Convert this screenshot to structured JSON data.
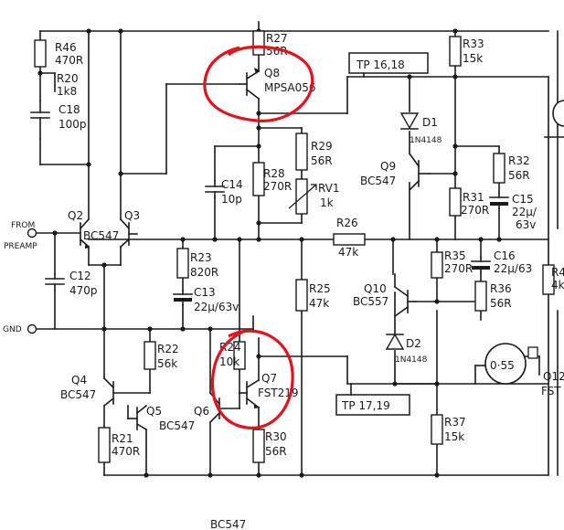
{
  "inputs": {
    "from": "FROM",
    "preamp": "PREAMP",
    "gnd": "GND"
  },
  "test_points": {
    "tp_top": "TP 16,18",
    "tp_bottom": "TP 17,19"
  },
  "components": {
    "r46": {
      "ref": "R46",
      "value": "470R"
    },
    "r20": {
      "ref": "R20",
      "value": "1k8"
    },
    "c18": {
      "ref": "C18",
      "value": "100p"
    },
    "q2": {
      "ref": "Q2"
    },
    "q3": {
      "ref": "Q3"
    },
    "q2q3_type": "BC547",
    "c12": {
      "ref": "C12",
      "value": "470p"
    },
    "r27": {
      "ref": "R27",
      "value": "56R"
    },
    "q8": {
      "ref": "Q8",
      "type": "MPSA056"
    },
    "c14": {
      "ref": "C14",
      "value": "10p"
    },
    "r28": {
      "ref": "R28",
      "value": "270R"
    },
    "r29": {
      "ref": "R29",
      "value": "56R"
    },
    "rv1": {
      "ref": "RV1",
      "value": "1k"
    },
    "r26": {
      "ref": "R26",
      "value": "47k"
    },
    "r23": {
      "ref": "R23",
      "value": "820R"
    },
    "c13": {
      "ref": "C13",
      "value": "22µ/63v"
    },
    "r25": {
      "ref": "R25",
      "value": "47k"
    },
    "r33": {
      "ref": "R33",
      "value": "15k"
    },
    "d1": {
      "ref": "D1",
      "value": "1N4148"
    },
    "q9": {
      "ref": "Q9",
      "type": "BC547"
    },
    "r31": {
      "ref": "R31",
      "value": "270R"
    },
    "r32": {
      "ref": "R32",
      "value": "56R"
    },
    "c15": {
      "ref": "C15",
      "value": "22µ/",
      "value2": "63v"
    },
    "r35": {
      "ref": "R35",
      "value": "270R"
    },
    "c16": {
      "ref": "C16",
      "value": "22µ/63"
    },
    "r36": {
      "ref": "R36",
      "value": "56R"
    },
    "q10": {
      "ref": "Q10",
      "type": "BC557"
    },
    "d2": {
      "ref": "D2",
      "value": "1N4148"
    },
    "r22": {
      "ref": "R22",
      "value": "56k"
    },
    "r24": {
      "ref": "R24",
      "value": "10k"
    },
    "q7": {
      "ref": "Q7",
      "type": "FST219"
    },
    "q4": {
      "ref": "Q4",
      "type": "BC547"
    },
    "q5": {
      "ref": "Q5"
    },
    "q6": {
      "ref": "Q6"
    },
    "q5q6_type": "BC547",
    "r21": {
      "ref": "R21",
      "value": "470R"
    },
    "r30": {
      "ref": "R30",
      "value": "56R"
    },
    "r37": {
      "ref": "R37",
      "value": "15k"
    },
    "meter": {
      "value": "0·55"
    },
    "q12": {
      "ref": "Q12",
      "type": "FST"
    },
    "r4x": {
      "ref": "R4",
      "value": "4k"
    }
  },
  "footer_text": "BC547",
  "annotation_color": "#e0141e"
}
